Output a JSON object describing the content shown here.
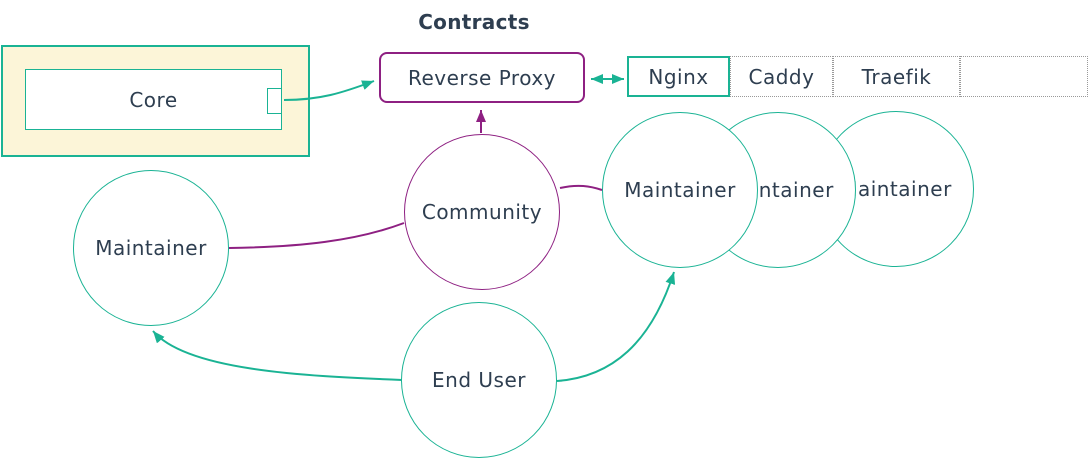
{
  "title": "Contracts",
  "colors": {
    "teal": "#1ab394",
    "purple": "#8e2082",
    "text": "#2e3e50",
    "subgraph_fill": "#fcf5d8",
    "dashed": "#999999",
    "background": "#ffffff"
  },
  "nodes": {
    "core": {
      "label": "Core",
      "shape": "rect",
      "container": "yellow-subgraph"
    },
    "reverse_proxy": {
      "label": "Reverse Proxy",
      "shape": "rounded-rect",
      "border": "purple"
    },
    "community": {
      "label": "Community",
      "shape": "circle",
      "border": "purple"
    },
    "maintainer_left": {
      "label": "Maintainer",
      "shape": "circle",
      "border": "teal"
    },
    "maintainer_right_1": {
      "label": "Maintainer",
      "shape": "circle",
      "border": "teal"
    },
    "maintainer_right_2": {
      "label": "Maintainer",
      "shape": "circle",
      "border": "teal"
    },
    "maintainer_right_3": {
      "label": "Maintainer",
      "shape": "circle",
      "border": "teal"
    },
    "end_user": {
      "label": "End User",
      "shape": "circle",
      "border": "teal"
    }
  },
  "proxy_options": {
    "cells": [
      "Nginx",
      "Caddy",
      "Traefik",
      ""
    ]
  },
  "edges": [
    {
      "from": "core",
      "to": "reverse_proxy",
      "color": "teal",
      "arrows": "end"
    },
    {
      "from": "reverse_proxy",
      "to": "nginx-cell",
      "color": "teal",
      "arrows": "both"
    },
    {
      "from": "community",
      "to": "reverse_proxy",
      "color": "purple",
      "arrows": "end"
    },
    {
      "from": "community",
      "to": "maintainer_left",
      "color": "purple",
      "arrows": "none"
    },
    {
      "from": "community",
      "to": "maintainer_right_1",
      "color": "purple",
      "arrows": "none"
    },
    {
      "from": "end_user",
      "to": "maintainer_left",
      "color": "teal",
      "arrows": "end"
    },
    {
      "from": "end_user",
      "to": "maintainer_right_1",
      "color": "teal",
      "arrows": "end"
    }
  ]
}
